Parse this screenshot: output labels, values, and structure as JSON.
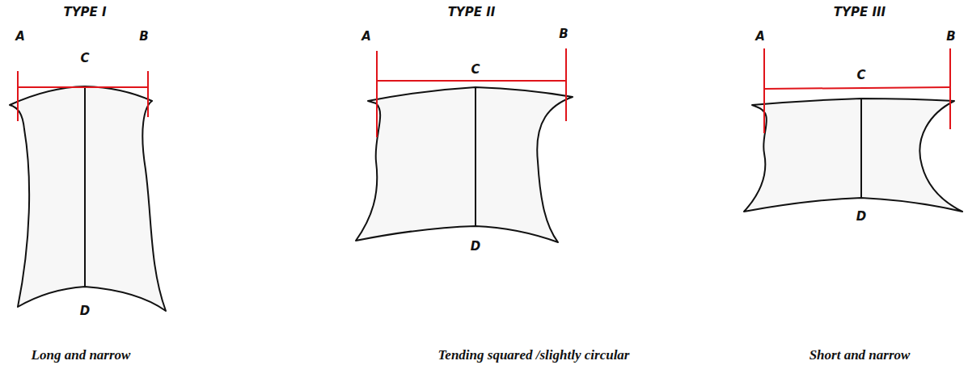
{
  "diagram": {
    "labels": [
      "TYPE I",
      "A",
      "B",
      "C",
      "D",
      "Long and narrow",
      "TYPE II",
      "A",
      "B",
      "C",
      "D",
      "Tending squared /slightly circular",
      "TYPE III",
      "A",
      "B",
      "C",
      "D",
      "Short and narrow"
    ]
  }
}
